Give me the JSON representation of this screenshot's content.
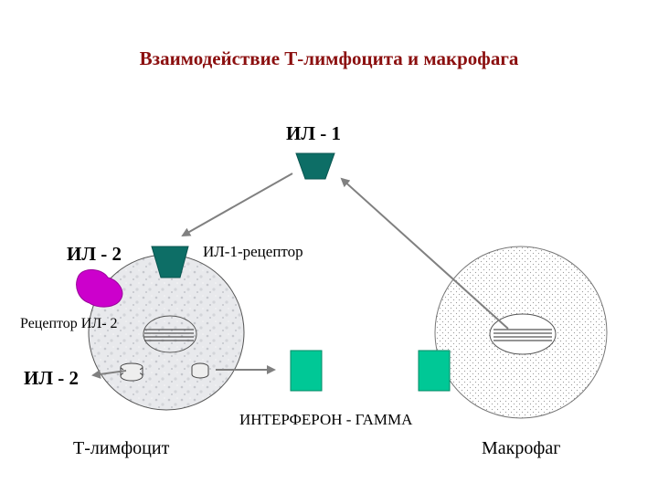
{
  "title": "Взаимодействие  Т-лимфоцита и макрофага",
  "labels": {
    "il1_top": "ИЛ - 1",
    "il2_left": "ИЛ - 2",
    "il1_receptor": "ИЛ-1-рецептор",
    "il2_receptor": "Рецептор ИЛ- 2",
    "il2_secreted": "ИЛ - 2",
    "interferon": "ИНТЕРФЕРОН  - ГАММА",
    "t_lymphocyte": "Т-лимфоцит",
    "macrophage": "Макрофаг"
  },
  "colors": {
    "title": "#8b0f0f",
    "il1": "#0d6e66",
    "il2": "#cc00cc",
    "interferon": "#00c896",
    "arrow": "#808080"
  }
}
